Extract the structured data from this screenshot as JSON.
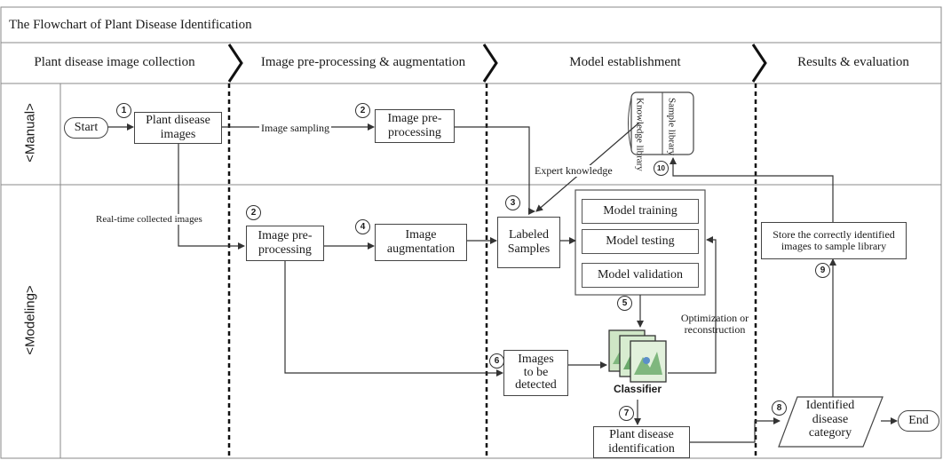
{
  "title": "The Flowchart of Plant Disease Identification",
  "phases": [
    "Plant disease image collection",
    "Image pre-processing & augmentation",
    "Model establishment",
    "Results & evaluation"
  ],
  "lanes": {
    "manual": "<Manual>",
    "modeling": "<Modeling>"
  },
  "nodes": {
    "start": "Start",
    "end": "End",
    "plant_disease_images": "Plant disease\nimages",
    "image_preprocessing_manual": "Image pre-\nprocessing",
    "knowledge_library": "Knowledge\nlibrary",
    "sample_library": "Sample\nlibrary",
    "image_preprocessing_modeling": "Image pre-\nprocessing",
    "image_augmentation": "Image\naugmentation",
    "labeled_samples": "Labeled\nSamples",
    "model_training": "Model training",
    "model_testing": "Model testing",
    "model_validation": "Model validation",
    "images_to_be_detected": "Images\nto be\ndetected",
    "classifier": "Classifier",
    "plant_disease_identification": "Plant disease\nidentification",
    "identified_disease_category": "Identified\ndisease\ncategory",
    "store_correct": "Store the correctly identified\nimages to sample library"
  },
  "edge_labels": {
    "image_sampling": "Image sampling",
    "expert_knowledge": "Expert knowledge",
    "real_time": "Real-time collected images",
    "optimization": "Optimization or\nreconstruction"
  },
  "step_numbers": [
    "1",
    "2",
    "2",
    "3",
    "4",
    "5",
    "6",
    "7",
    "8",
    "9",
    "10"
  ],
  "colors": {
    "line": "#333333",
    "classifier_green": "#7fb77e",
    "classifier_blue": "#5b8fc9"
  }
}
